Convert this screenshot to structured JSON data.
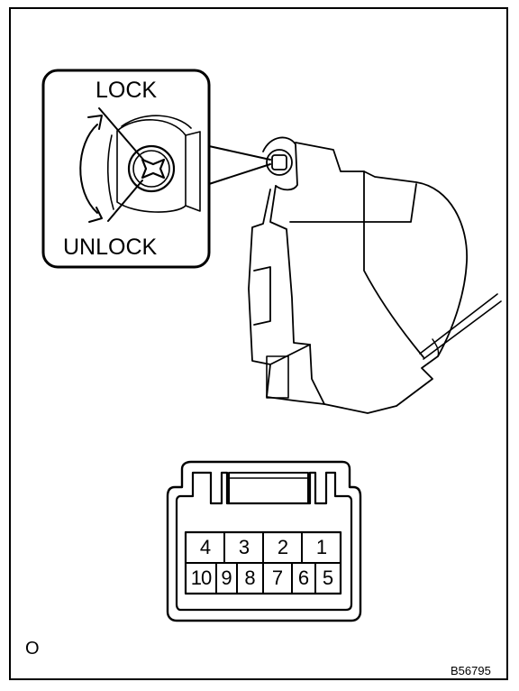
{
  "labels": {
    "lock": "LOCK",
    "unlock": "UNLOCK",
    "corner": "O",
    "figure_code": "B56795"
  },
  "connector": {
    "top_row": [
      "4",
      "3",
      "2",
      "1"
    ],
    "bottom_row": [
      "10",
      "9",
      "8",
      "7",
      "6",
      "5"
    ]
  }
}
